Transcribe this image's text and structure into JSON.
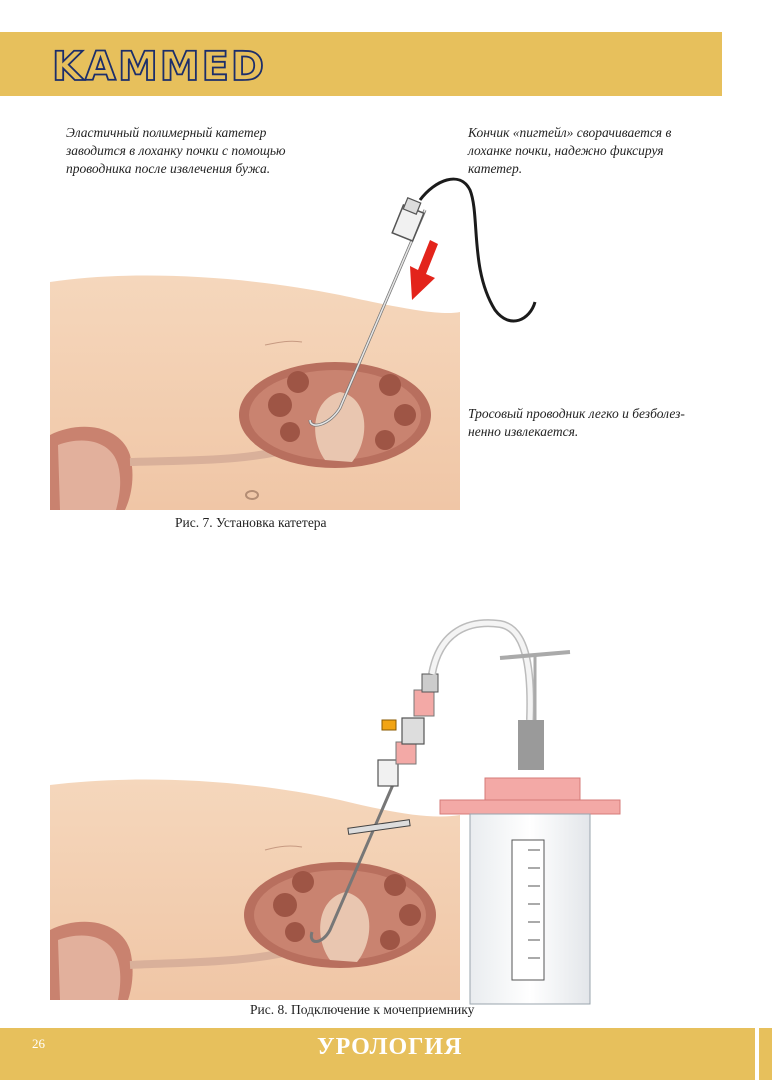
{
  "header": {
    "logo_text": "KAMMED"
  },
  "figure7": {
    "note_left": "Эластичный полимерный катетер\nзаводится в лоханку почки с помощью\nпроводника после извлечения бужа.",
    "note_right_top": "Кончик «пигтейл» сворачивается в\nлоханке почки, надежно фиксируя\nкатетер.",
    "note_right_bottom": "Тросовый проводник легко и безболез-\nненно извлекается.",
    "caption": "Рис. 7. Установка катетера"
  },
  "figure8": {
    "caption": "Рис. 8. Подключение к мочеприемнику"
  },
  "footer": {
    "page_number": "26",
    "section_title": "УРОЛОГИЯ"
  },
  "colors": {
    "brand_gold": "#e7c05c",
    "skin": "#f2cfb0",
    "kidney": "#b86f5e",
    "arrow_red": "#e3241b",
    "connector_pink": "#f3a9a6",
    "valve_orange": "#f2a413"
  }
}
